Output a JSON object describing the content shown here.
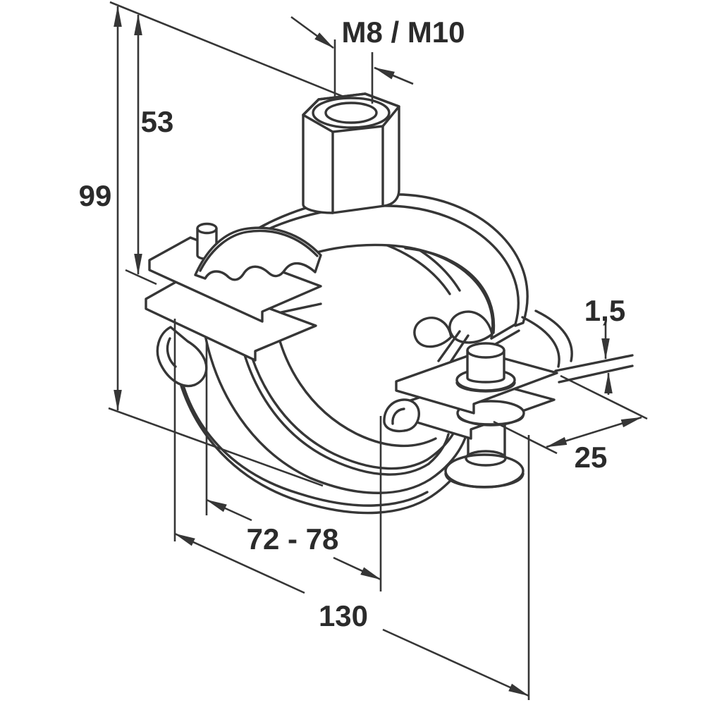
{
  "figure": {
    "type": "technical-line-drawing",
    "subject": "pipe clamp with rubber inlay, isometric view with dimension annotations",
    "colors": {
      "background": "#ffffff",
      "line": "#363636",
      "text": "#2b2b2b"
    },
    "dimensions": {
      "thread_size": "M8 / M10",
      "total_height": "99",
      "plate_height": "53",
      "band_thickness": "1,5",
      "band_width": "25",
      "clamping_range": "72 - 78",
      "overall_width": "130"
    }
  }
}
